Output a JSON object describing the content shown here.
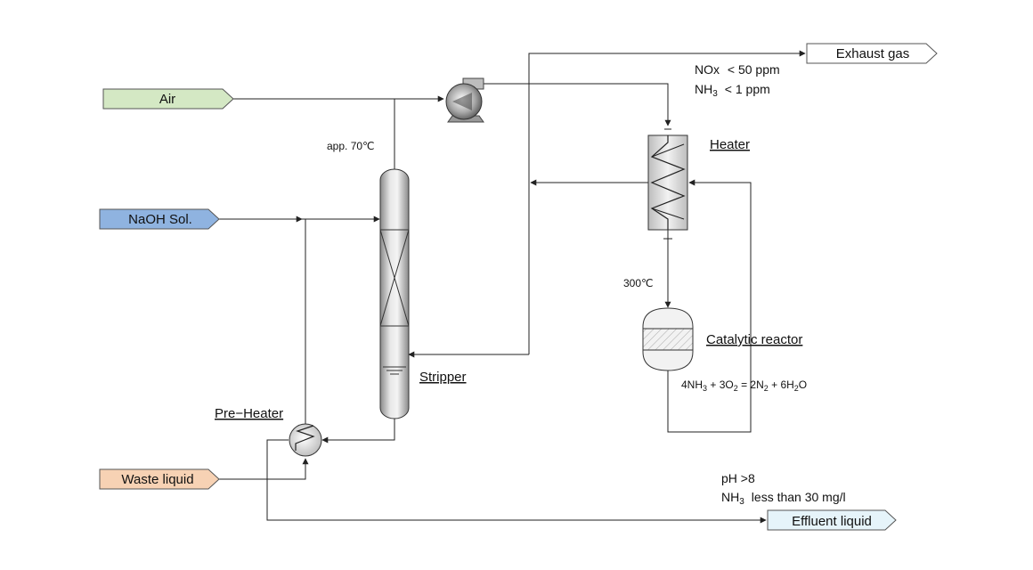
{
  "streams": {
    "air": {
      "label": "Air",
      "color": "#d4e8c4"
    },
    "naoh": {
      "label": "NaOH Sol.",
      "color": "#8fb3e0"
    },
    "waste": {
      "label": "Waste liquid",
      "color": "#f7d2b4"
    },
    "exhaust": {
      "label": "Exhaust gas",
      "color": "#ffffff"
    },
    "effluent": {
      "label": "Effluent liquid",
      "color": "#e6f4fa"
    }
  },
  "equipment": {
    "heater": "Heater",
    "catalytic_reactor": "Catalytic reactor",
    "stripper": "Stripper",
    "pre_heater": "Pre−Heater"
  },
  "annotations": {
    "temp_top": "app. 70℃",
    "temp_reactor": "300℃",
    "exhaust_spec": {
      "nox_label": "NOx",
      "nox_value": "< 50 ppm",
      "nh3_label": "NH",
      "nh3_sub": "3",
      "nh3_value": "< 1  ppm"
    },
    "effluent_spec": {
      "ph": "pH >8",
      "nh3_label": "NH",
      "nh3_sub": "3",
      "nh3_value": "less than 30 mg/l"
    },
    "reaction": {
      "p1": "4NH",
      "s1": "3",
      "p2": " + 3O",
      "s2": "2",
      "p3": " = 2N",
      "s3": "2",
      "p4": " + 6H",
      "s4": "2",
      "p5": "O"
    }
  },
  "icons": [
    "blower-icon",
    "heat-exchanger-icon",
    "column-icon",
    "reactor-vessel-icon"
  ]
}
